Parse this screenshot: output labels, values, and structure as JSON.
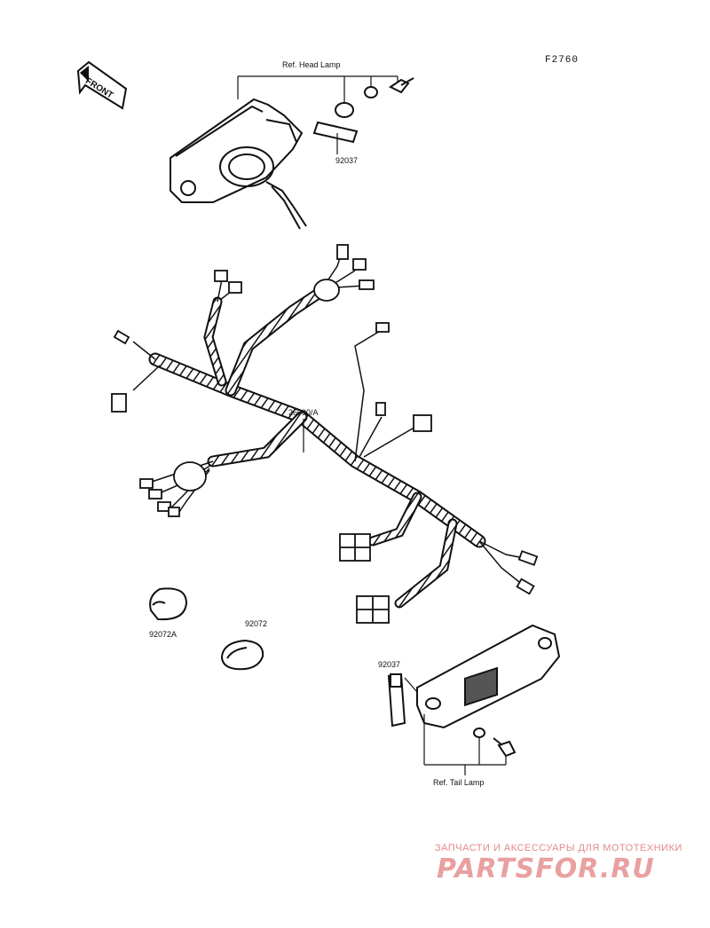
{
  "diagram": {
    "code": "F2760",
    "front_label": "FRONT",
    "labels": {
      "ref_head_lamp": "Ref. Head Lamp",
      "ref_tail_lamp": "Ref. Tail Lamp",
      "bracket_top": "92037",
      "bracket_bottom": "92037",
      "harness": "26030/A",
      "clamp_a": "92072A",
      "clamp": "92072"
    }
  },
  "watermark": {
    "caption": "ЗАПЧАСТИ И АКСЕССУАРЫ ДЛЯ МОТОТЕХНИКИ",
    "logo": "PARTSFOR.RU"
  },
  "colors": {
    "ink": "#111111",
    "watermark": "#e38a8a"
  }
}
